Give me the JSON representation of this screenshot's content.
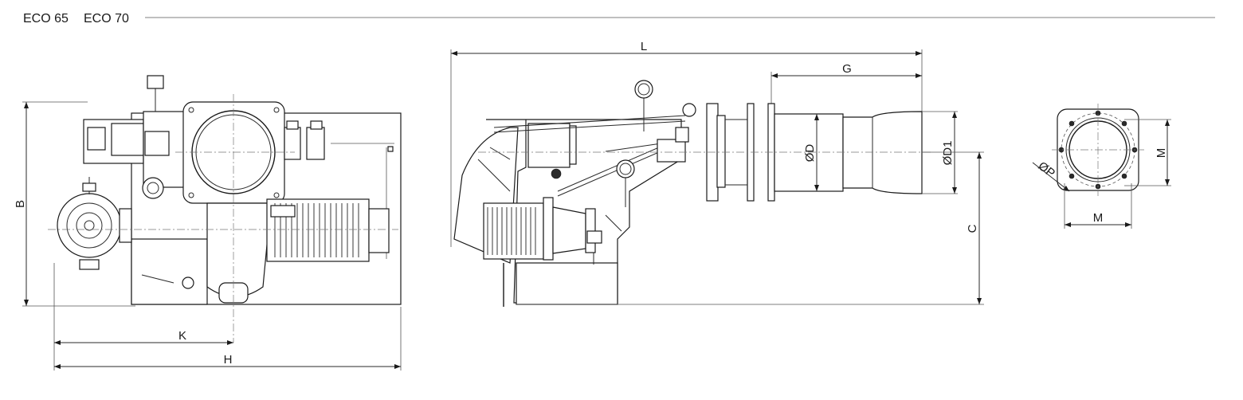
{
  "header": {
    "model_1": "ECO 65",
    "model_2": "ECO 70"
  },
  "dimensions": {
    "B": "B",
    "K": "K",
    "H": "H",
    "L": "L",
    "G": "G",
    "D": "ØD",
    "D1": "ØD1",
    "C": "C",
    "P": "ØP",
    "M_vertical": "M",
    "M_horizontal": "M"
  },
  "colors": {
    "line": "#1a1a1a",
    "centerline": "#777777",
    "motor_fins": "#222222"
  }
}
